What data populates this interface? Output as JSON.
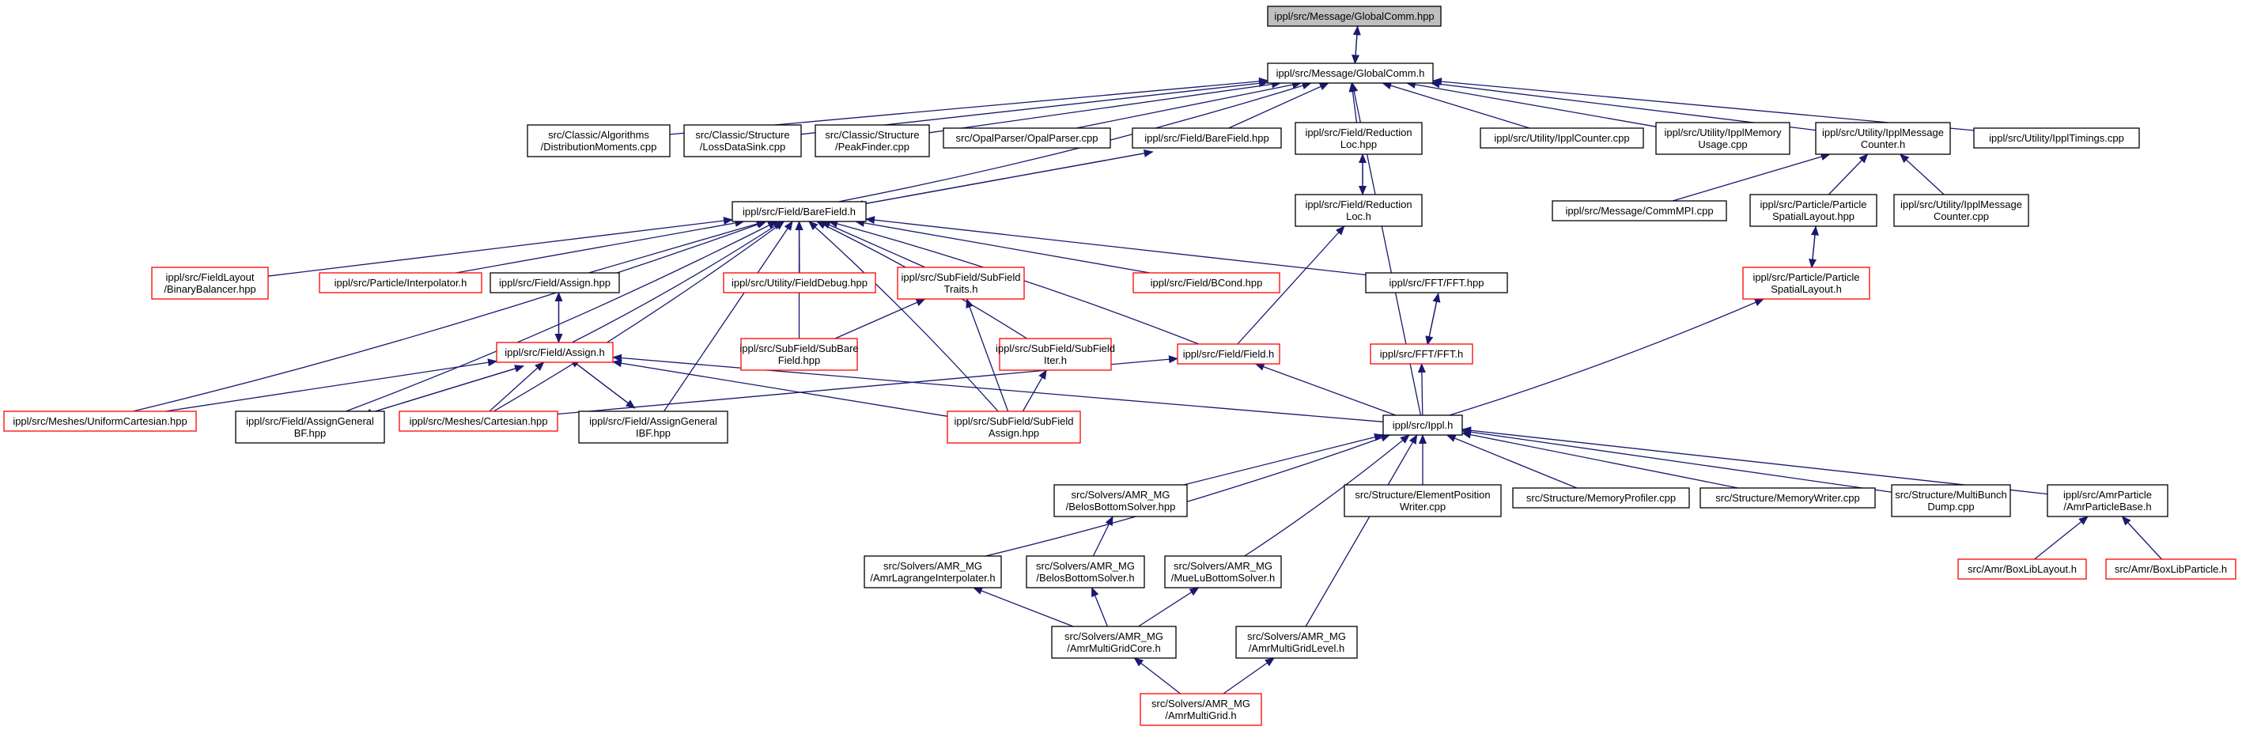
{
  "nodes": {
    "root": {
      "label": [
        "ippl/src/Message/GlobalComm.hpp"
      ],
      "color": "#bfbfbf",
      "border": "black"
    },
    "globalcomm": {
      "label": [
        "ippl/src/Message/GlobalComm.h"
      ],
      "border": "black"
    },
    "distmom": {
      "label": [
        "src/Classic/Algorithms",
        "/DistributionMoments.cpp"
      ],
      "border": "black"
    },
    "lossds": {
      "label": [
        "src/Classic/Structure",
        "/LossDataSink.cpp"
      ],
      "border": "black"
    },
    "peakf": {
      "label": [
        "src/Classic/Structure",
        "/PeakFinder.cpp"
      ],
      "border": "black"
    },
    "opalp": {
      "label": [
        "src/OpalParser/OpalParser.cpp"
      ],
      "border": "black"
    },
    "barefhpp": {
      "label": [
        "ippl/src/Field/BareField.hpp"
      ],
      "border": "black"
    },
    "redloc_hpp": {
      "label": [
        "ippl/src/Field/Reduction",
        "Loc.hpp"
      ],
      "border": "black"
    },
    "ipplcounter": {
      "label": [
        "ippl/src/Utility/IpplCounter.cpp"
      ],
      "border": "black"
    },
    "ipplmem": {
      "label": [
        "ippl/src/Utility/IpplMemory",
        "Usage.cpp"
      ],
      "border": "black"
    },
    "ipplmsgh": {
      "label": [
        "ippl/src/Utility/IpplMessage",
        "Counter.h"
      ],
      "border": "black"
    },
    "ippltim": {
      "label": [
        "ippl/src/Utility/IpplTimings.cpp"
      ],
      "border": "black"
    },
    "bareh": {
      "label": [
        "ippl/src/Field/BareField.h"
      ],
      "border": "black"
    },
    "redloc_h": {
      "label": [
        "ippl/src/Field/Reduction",
        "Loc.h"
      ],
      "border": "black"
    },
    "commmpi": {
      "label": [
        "ippl/src/Message/CommMPI.cpp"
      ],
      "border": "black"
    },
    "spatialhpp": {
      "label": [
        "ippl/src/Particle/Particle",
        "SpatialLayout.hpp"
      ],
      "border": "black"
    },
    "ipplmsgcpp": {
      "label": [
        "ippl/src/Utility/IpplMessage",
        "Counter.cpp"
      ],
      "border": "black"
    },
    "binbal": {
      "label": [
        "ippl/src/FieldLayout",
        "/BinaryBalancer.hpp"
      ],
      "border": "red"
    },
    "interp": {
      "label": [
        "ippl/src/Particle/Interpolator.h"
      ],
      "border": "red"
    },
    "assignhpp": {
      "label": [
        "ippl/src/Field/Assign.hpp"
      ],
      "border": "black"
    },
    "fielddebug": {
      "label": [
        "ippl/src/Utility/FieldDebug.hpp"
      ],
      "border": "red"
    },
    "sftraits": {
      "label": [
        "ippl/src/SubField/SubField",
        "Traits.h"
      ],
      "border": "red"
    },
    "bcond": {
      "label": [
        "ippl/src/Field/BCond.hpp"
      ],
      "border": "red"
    },
    "ffthpp": {
      "label": [
        "ippl/src/FFT/FFT.hpp"
      ],
      "border": "black"
    },
    "spatialh": {
      "label": [
        "ippl/src/Particle/Particle",
        "SpatialLayout.h"
      ],
      "border": "red"
    },
    "assignh": {
      "label": [
        "ippl/src/Field/Assign.h"
      ],
      "border": "red"
    },
    "subbare": {
      "label": [
        "ippl/src/SubField/SubBare",
        "Field.hpp"
      ],
      "border": "red"
    },
    "sfiter": {
      "label": [
        "ippl/src/SubField/SubField",
        "Iter.h"
      ],
      "border": "red"
    },
    "fieldh": {
      "label": [
        "ippl/src/Field/Field.h"
      ],
      "border": "red"
    },
    "ffth": {
      "label": [
        "ippl/src/FFT/FFT.h"
      ],
      "border": "red"
    },
    "unicart": {
      "label": [
        "ippl/src/Meshes/UniformCartesian.hpp"
      ],
      "border": "red"
    },
    "agbf": {
      "label": [
        "ippl/src/Field/AssignGeneral",
        "BF.hpp"
      ],
      "border": "black"
    },
    "cart": {
      "label": [
        "ippl/src/Meshes/Cartesian.hpp"
      ],
      "border": "red"
    },
    "agibf": {
      "label": [
        "ippl/src/Field/AssignGeneral",
        "IBF.hpp"
      ],
      "border": "black"
    },
    "sfassign": {
      "label": [
        "ippl/src/SubField/SubField",
        "Assign.hpp"
      ],
      "border": "red"
    },
    "ipplh": {
      "label": [
        "ippl/src/Ippl.h"
      ],
      "border": "black"
    },
    "belosbhpp": {
      "label": [
        "src/Solvers/AMR_MG",
        "/BelosBottomSolver.hpp"
      ],
      "border": "black"
    },
    "elempos": {
      "label": [
        "src/Structure/ElementPosition",
        "Writer.cpp"
      ],
      "border": "black"
    },
    "memprof": {
      "label": [
        "src/Structure/MemoryProfiler.cpp"
      ],
      "border": "black"
    },
    "memwriter": {
      "label": [
        "src/Structure/MemoryWriter.cpp"
      ],
      "border": "black"
    },
    "multibunch": {
      "label": [
        "src/Structure/MultiBunch",
        "Dump.cpp"
      ],
      "border": "black"
    },
    "amrpbase": {
      "label": [
        "ippl/src/AmrParticle",
        "/AmrParticleBase.h"
      ],
      "border": "black"
    },
    "amrlag": {
      "label": [
        "src/Solvers/AMR_MG",
        "/AmrLagrangeInterpolater.h"
      ],
      "border": "black"
    },
    "belosbh": {
      "label": [
        "src/Solvers/AMR_MG",
        "/BelosBottomSolver.h"
      ],
      "border": "black"
    },
    "muelu": {
      "label": [
        "src/Solvers/AMR_MG",
        "/MueLuBottomSolver.h"
      ],
      "border": "black"
    },
    "boxliblayout": {
      "label": [
        "src/Amr/BoxLibLayout.h"
      ],
      "border": "red"
    },
    "boxlibparticle": {
      "label": [
        "src/Amr/BoxLibParticle.h"
      ],
      "border": "red"
    },
    "mgcore": {
      "label": [
        "src/Solvers/AMR_MG",
        "/AmrMultiGridCore.h"
      ],
      "border": "black"
    },
    "mglevel": {
      "label": [
        "src/Solvers/AMR_MG",
        "/AmrMultiGridLevel.h"
      ],
      "border": "black"
    },
    "amrmg": {
      "label": [
        "src/Solvers/AMR_MG",
        "/AmrMultiGrid.h"
      ],
      "border": "red"
    }
  }
}
